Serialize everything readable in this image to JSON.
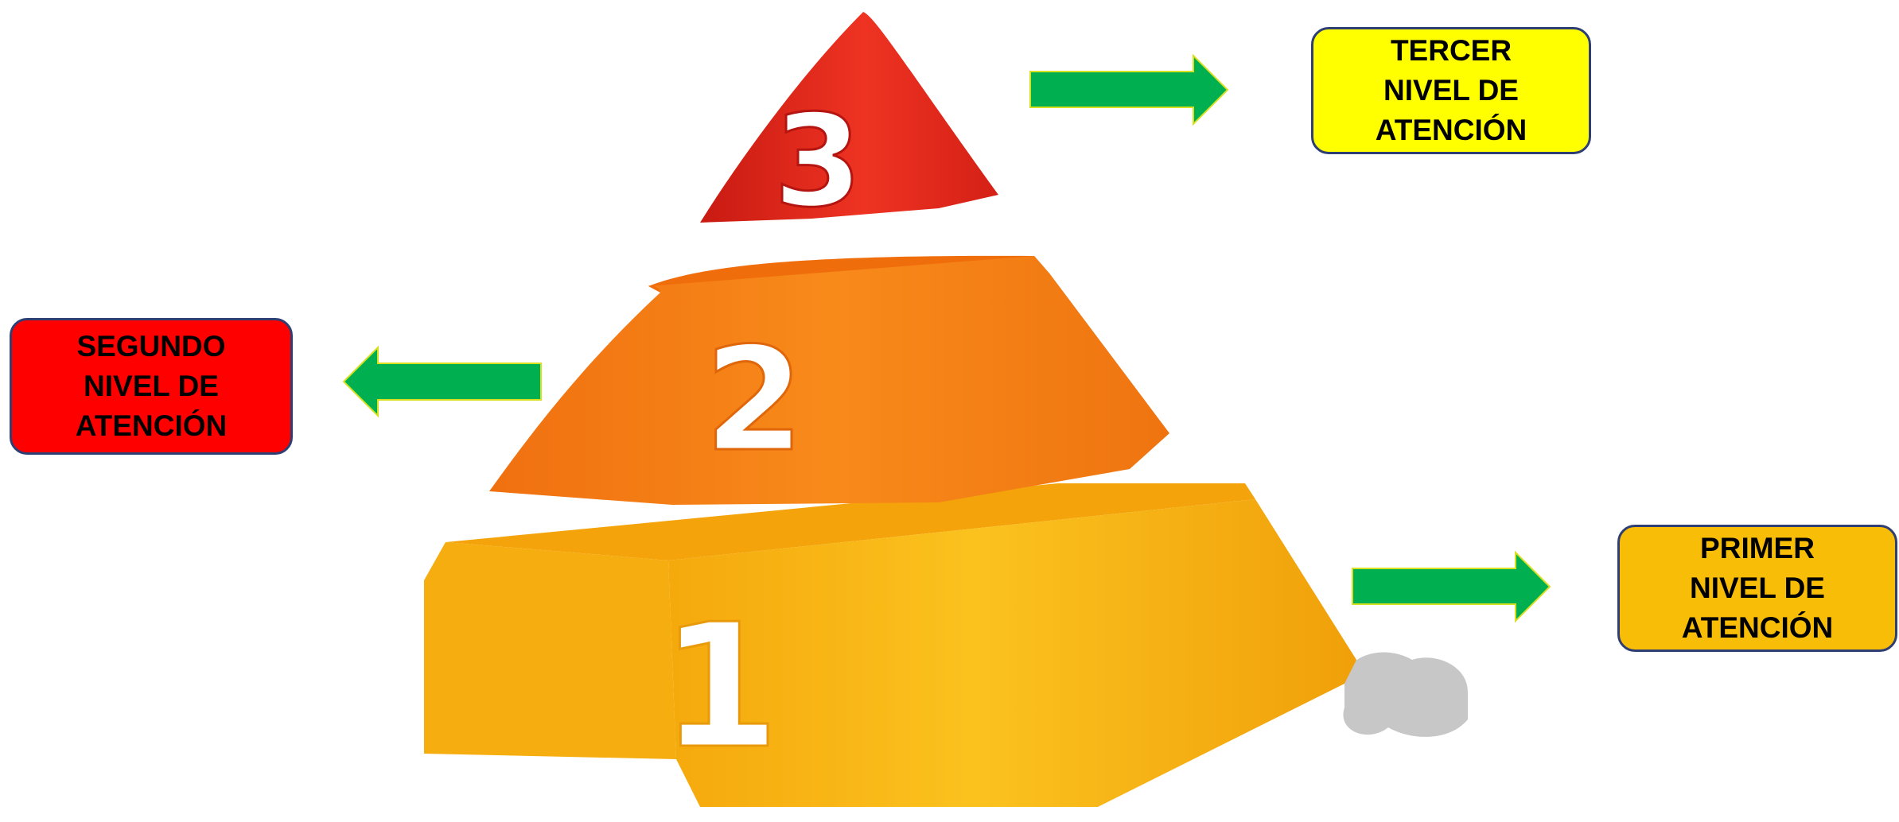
{
  "colors": {
    "background": "#ffffff",
    "tier1": "#f7b814",
    "tier2": "#f57c12",
    "tier3": "#e3261c",
    "arrow": "#00b050",
    "arrow_outline": "#d9e021",
    "box_border": "#2f3f73",
    "box_tercer": "#ffff00",
    "box_segundo": "#ff0000",
    "box_primer": "#f8bd06"
  },
  "pyramid": {
    "tiers": [
      {
        "number": "1",
        "color": "#f7b814"
      },
      {
        "number": "2",
        "color": "#f57c12"
      },
      {
        "number": "3",
        "color": "#e3261c"
      }
    ]
  },
  "labels": {
    "tercer": {
      "lines": [
        "TERCER",
        "NIVEL DE",
        "ATENCIÓN"
      ],
      "color": "#ffff00"
    },
    "segundo": {
      "lines": [
        "SEGUNDO",
        "NIVEL DE",
        "ATENCIÓN"
      ],
      "color": "#ff0000"
    },
    "primer": {
      "lines": [
        "PRIMER",
        "NIVEL DE",
        "ATENCIÓN"
      ],
      "color": "#f8bd06"
    }
  },
  "arrows": [
    {
      "target": "tercer",
      "direction": "right"
    },
    {
      "target": "segundo",
      "direction": "left"
    },
    {
      "target": "primer",
      "direction": "right"
    }
  ]
}
